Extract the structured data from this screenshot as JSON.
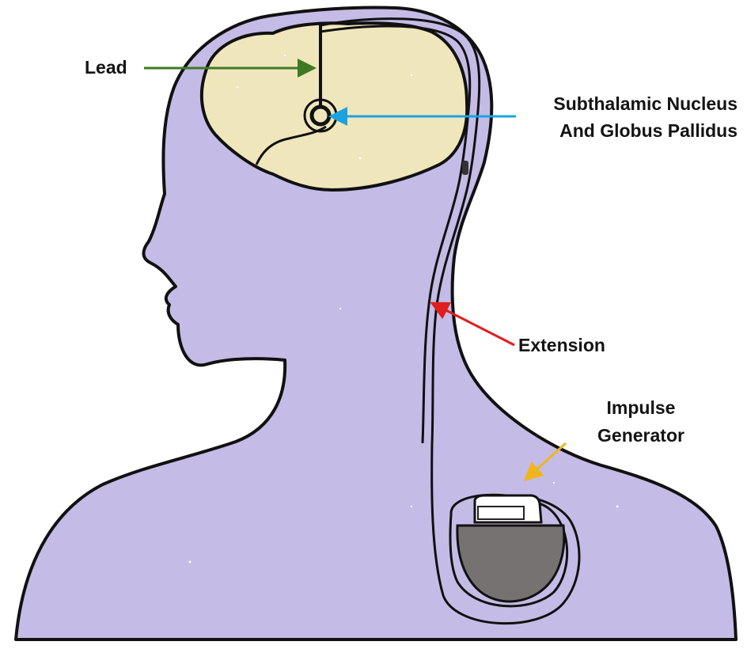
{
  "labels": {
    "lead": "Lead",
    "target_line1": "Subthalamic Nucleus",
    "target_line2": "And Globus Pallidus",
    "extension": "Extension",
    "generator_line1": "Impulse",
    "generator_line2": "Generator"
  },
  "colors": {
    "body_fill": "#c4bce6",
    "brain_fill": "#f0e6bc",
    "outline": "#111111",
    "generator_fill": "#767272",
    "arrow_lead": "#3e7a24",
    "arrow_target": "#1aa3e0",
    "arrow_extension": "#e01e1e",
    "arrow_generator": "#f0b41e"
  }
}
